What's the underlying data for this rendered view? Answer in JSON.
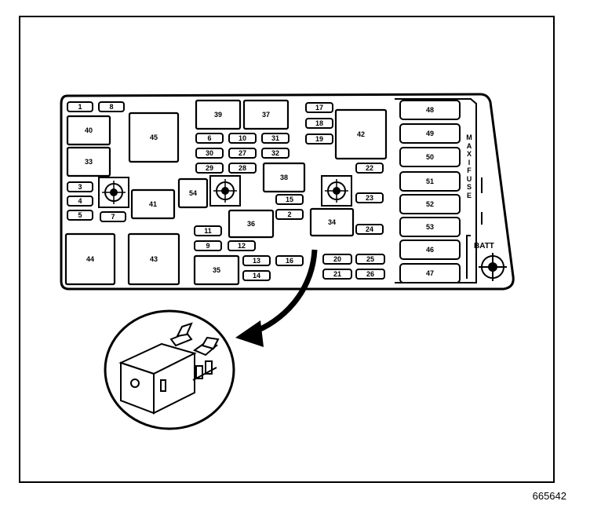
{
  "figure_id": "665642",
  "maxi_fuse_label": "MAXIFUSE",
  "batt_label": "BATT",
  "small_fuses": [
    {
      "id": "f1",
      "label": "1"
    },
    {
      "id": "f8",
      "label": "8"
    },
    {
      "id": "f3",
      "label": "3"
    },
    {
      "id": "f4",
      "label": "4"
    },
    {
      "id": "f5",
      "label": "5"
    },
    {
      "id": "f7",
      "label": "7"
    },
    {
      "id": "f6",
      "label": "6"
    },
    {
      "id": "f10",
      "label": "10"
    },
    {
      "id": "f31",
      "label": "31"
    },
    {
      "id": "f30",
      "label": "30"
    },
    {
      "id": "f27",
      "label": "27"
    },
    {
      "id": "f32",
      "label": "32"
    },
    {
      "id": "f29",
      "label": "29"
    },
    {
      "id": "f28",
      "label": "28"
    },
    {
      "id": "f11",
      "label": "11"
    },
    {
      "id": "f9",
      "label": "9"
    },
    {
      "id": "f12",
      "label": "12"
    },
    {
      "id": "f13",
      "label": "13"
    },
    {
      "id": "f14",
      "label": "14"
    },
    {
      "id": "f16",
      "label": "16"
    },
    {
      "id": "f15",
      "label": "15"
    },
    {
      "id": "f2",
      "label": "2"
    },
    {
      "id": "f17",
      "label": "17"
    },
    {
      "id": "f18",
      "label": "18"
    },
    {
      "id": "f19",
      "label": "19"
    },
    {
      "id": "f22",
      "label": "22"
    },
    {
      "id": "f23",
      "label": "23"
    },
    {
      "id": "f24",
      "label": "24"
    },
    {
      "id": "f20",
      "label": "20"
    },
    {
      "id": "f25",
      "label": "25"
    },
    {
      "id": "f21",
      "label": "21"
    },
    {
      "id": "f26",
      "label": "26"
    }
  ],
  "relays": [
    {
      "id": "r40",
      "label": "40"
    },
    {
      "id": "r33",
      "label": "33"
    },
    {
      "id": "r45",
      "label": "45"
    },
    {
      "id": "r41",
      "label": "41"
    },
    {
      "id": "r44",
      "label": "44"
    },
    {
      "id": "r43",
      "label": "43"
    },
    {
      "id": "r39",
      "label": "39"
    },
    {
      "id": "r37",
      "label": "37"
    },
    {
      "id": "r38",
      "label": "38"
    },
    {
      "id": "r54",
      "label": "54"
    },
    {
      "id": "r36",
      "label": "36"
    },
    {
      "id": "r35",
      "label": "35"
    },
    {
      "id": "r42",
      "label": "42"
    },
    {
      "id": "r34",
      "label": "34"
    }
  ],
  "maxi_fuses": [
    {
      "id": "m48",
      "label": "48"
    },
    {
      "id": "m49",
      "label": "49"
    },
    {
      "id": "m50",
      "label": "50"
    },
    {
      "id": "m51",
      "label": "51"
    },
    {
      "id": "m52",
      "label": "52"
    },
    {
      "id": "m53",
      "label": "53"
    },
    {
      "id": "m46",
      "label": "46"
    },
    {
      "id": "m47",
      "label": "47"
    }
  ]
}
